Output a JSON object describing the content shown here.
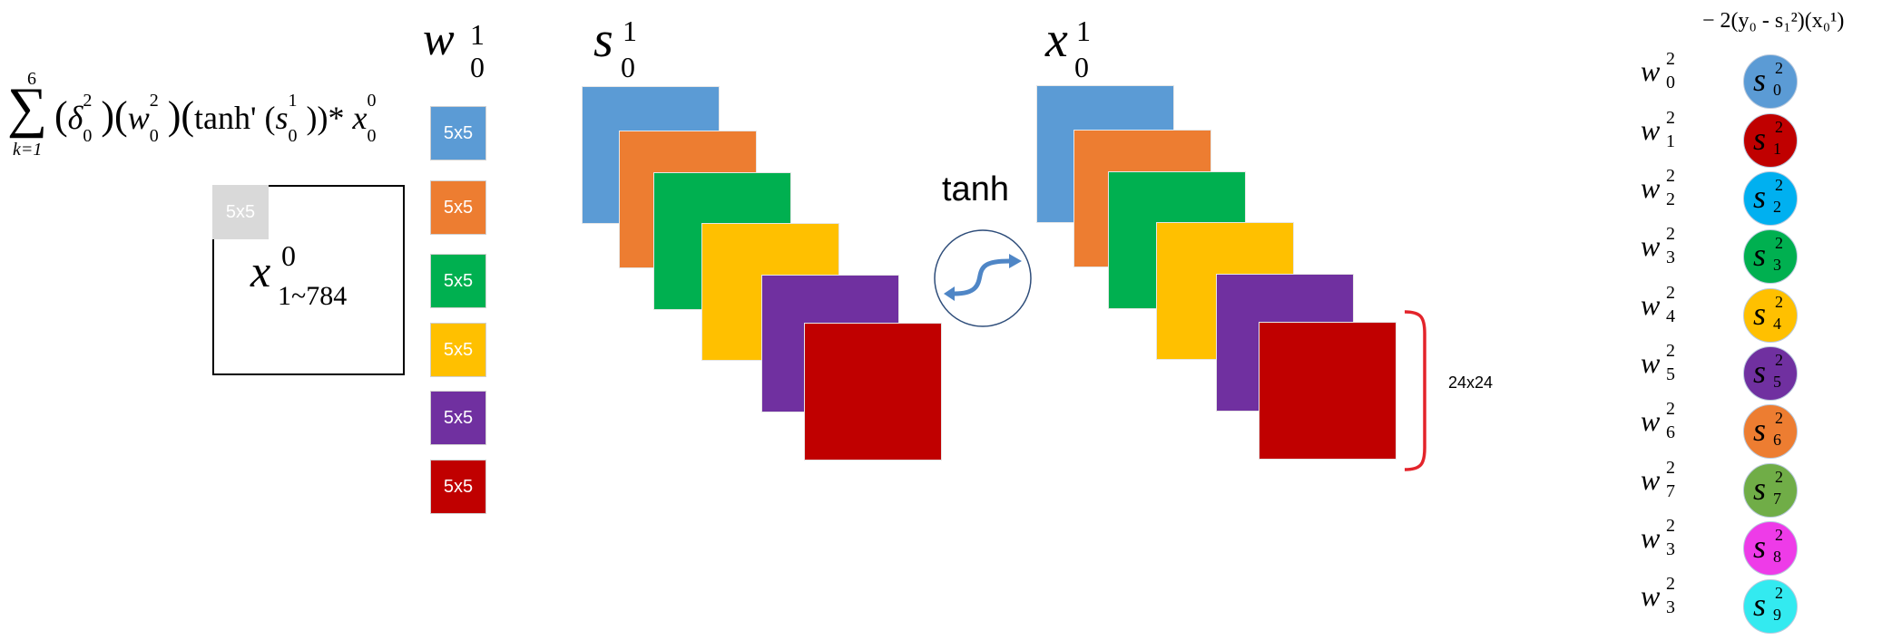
{
  "formula": {
    "sum_top": "6",
    "sum_bottom": "k=1",
    "text_parts": [
      "(δ",
      "0",
      "2",
      ")(w",
      "0",
      "2",
      ")(tanh' (s",
      "0",
      "1",
      "))* x",
      "0",
      "0"
    ]
  },
  "input": {
    "kernel_label": "5x5",
    "x_base": "x",
    "x_sup": "0",
    "x_sub": "1~784"
  },
  "weights": {
    "header_base": "w",
    "header_sub": "0",
    "header_sup": "1",
    "kernels": [
      {
        "label": "5x5",
        "color": "#5b9bd5"
      },
      {
        "label": "5x5",
        "color": "#ed7d31"
      },
      {
        "label": "5x5",
        "color": "#00b050"
      },
      {
        "label": "5x5",
        "color": "#ffc000"
      },
      {
        "label": "5x5",
        "color": "#7030a0"
      },
      {
        "label": "5x5",
        "color": "#c00000"
      }
    ]
  },
  "s_maps": {
    "header_base": "s",
    "header_sub": "0",
    "header_sup": "1",
    "colors": [
      "#5b9bd5",
      "#ed7d31",
      "#00b050",
      "#ffc000",
      "#7030a0",
      "#c00000"
    ]
  },
  "activation": {
    "label": "tanh"
  },
  "x_maps": {
    "header_base": "x",
    "header_sub": "0",
    "header_sup": "1",
    "colors": [
      "#5b9bd5",
      "#ed7d31",
      "#00b050",
      "#ffc000",
      "#7030a0",
      "#c00000"
    ],
    "size_label": "24x24",
    "brace_color": "#e3242b"
  },
  "gradient_label": "− 2(y₀ - s₁²)(x₀¹)",
  "outputs": [
    {
      "w_base": "w",
      "w_sub": "0",
      "w_sup": "2",
      "s_base": "s",
      "s_sub": "0",
      "s_sup": "2",
      "color": "#5b9bd5"
    },
    {
      "w_base": "w",
      "w_sub": "1",
      "w_sup": "2",
      "s_base": "s",
      "s_sub": "1",
      "s_sup": "2",
      "color": "#c00000"
    },
    {
      "w_base": "w",
      "w_sub": "2",
      "w_sup": "2",
      "s_base": "s",
      "s_sub": "2",
      "s_sup": "2",
      "color": "#00b0f0"
    },
    {
      "w_base": "w",
      "w_sub": "3",
      "w_sup": "2",
      "s_base": "s",
      "s_sub": "3",
      "s_sup": "2",
      "color": "#00b050"
    },
    {
      "w_base": "w",
      "w_sub": "4",
      "w_sup": "2",
      "s_base": "s",
      "s_sub": "4",
      "s_sup": "2",
      "color": "#ffc000"
    },
    {
      "w_base": "w",
      "w_sub": "5",
      "w_sup": "2",
      "s_base": "s",
      "s_sub": "5",
      "s_sup": "2",
      "color": "#7030a0"
    },
    {
      "w_base": "w",
      "w_sub": "6",
      "w_sup": "2",
      "s_base": "s",
      "s_sub": "6",
      "s_sup": "2",
      "color": "#ed7d31"
    },
    {
      "w_base": "w",
      "w_sub": "7",
      "w_sup": "2",
      "s_base": "s",
      "s_sub": "7",
      "s_sup": "2",
      "color": "#70ad47"
    },
    {
      "w_base": "w",
      "w_sub": "3",
      "w_sup": "2",
      "s_base": "s",
      "s_sub": "8",
      "s_sup": "2",
      "color": "#ee3be8"
    },
    {
      "w_base": "w",
      "w_sub": "3",
      "w_sup": "2",
      "s_base": "s",
      "s_sub": "9",
      "s_sup": "2",
      "color": "#33eaf0"
    }
  ]
}
